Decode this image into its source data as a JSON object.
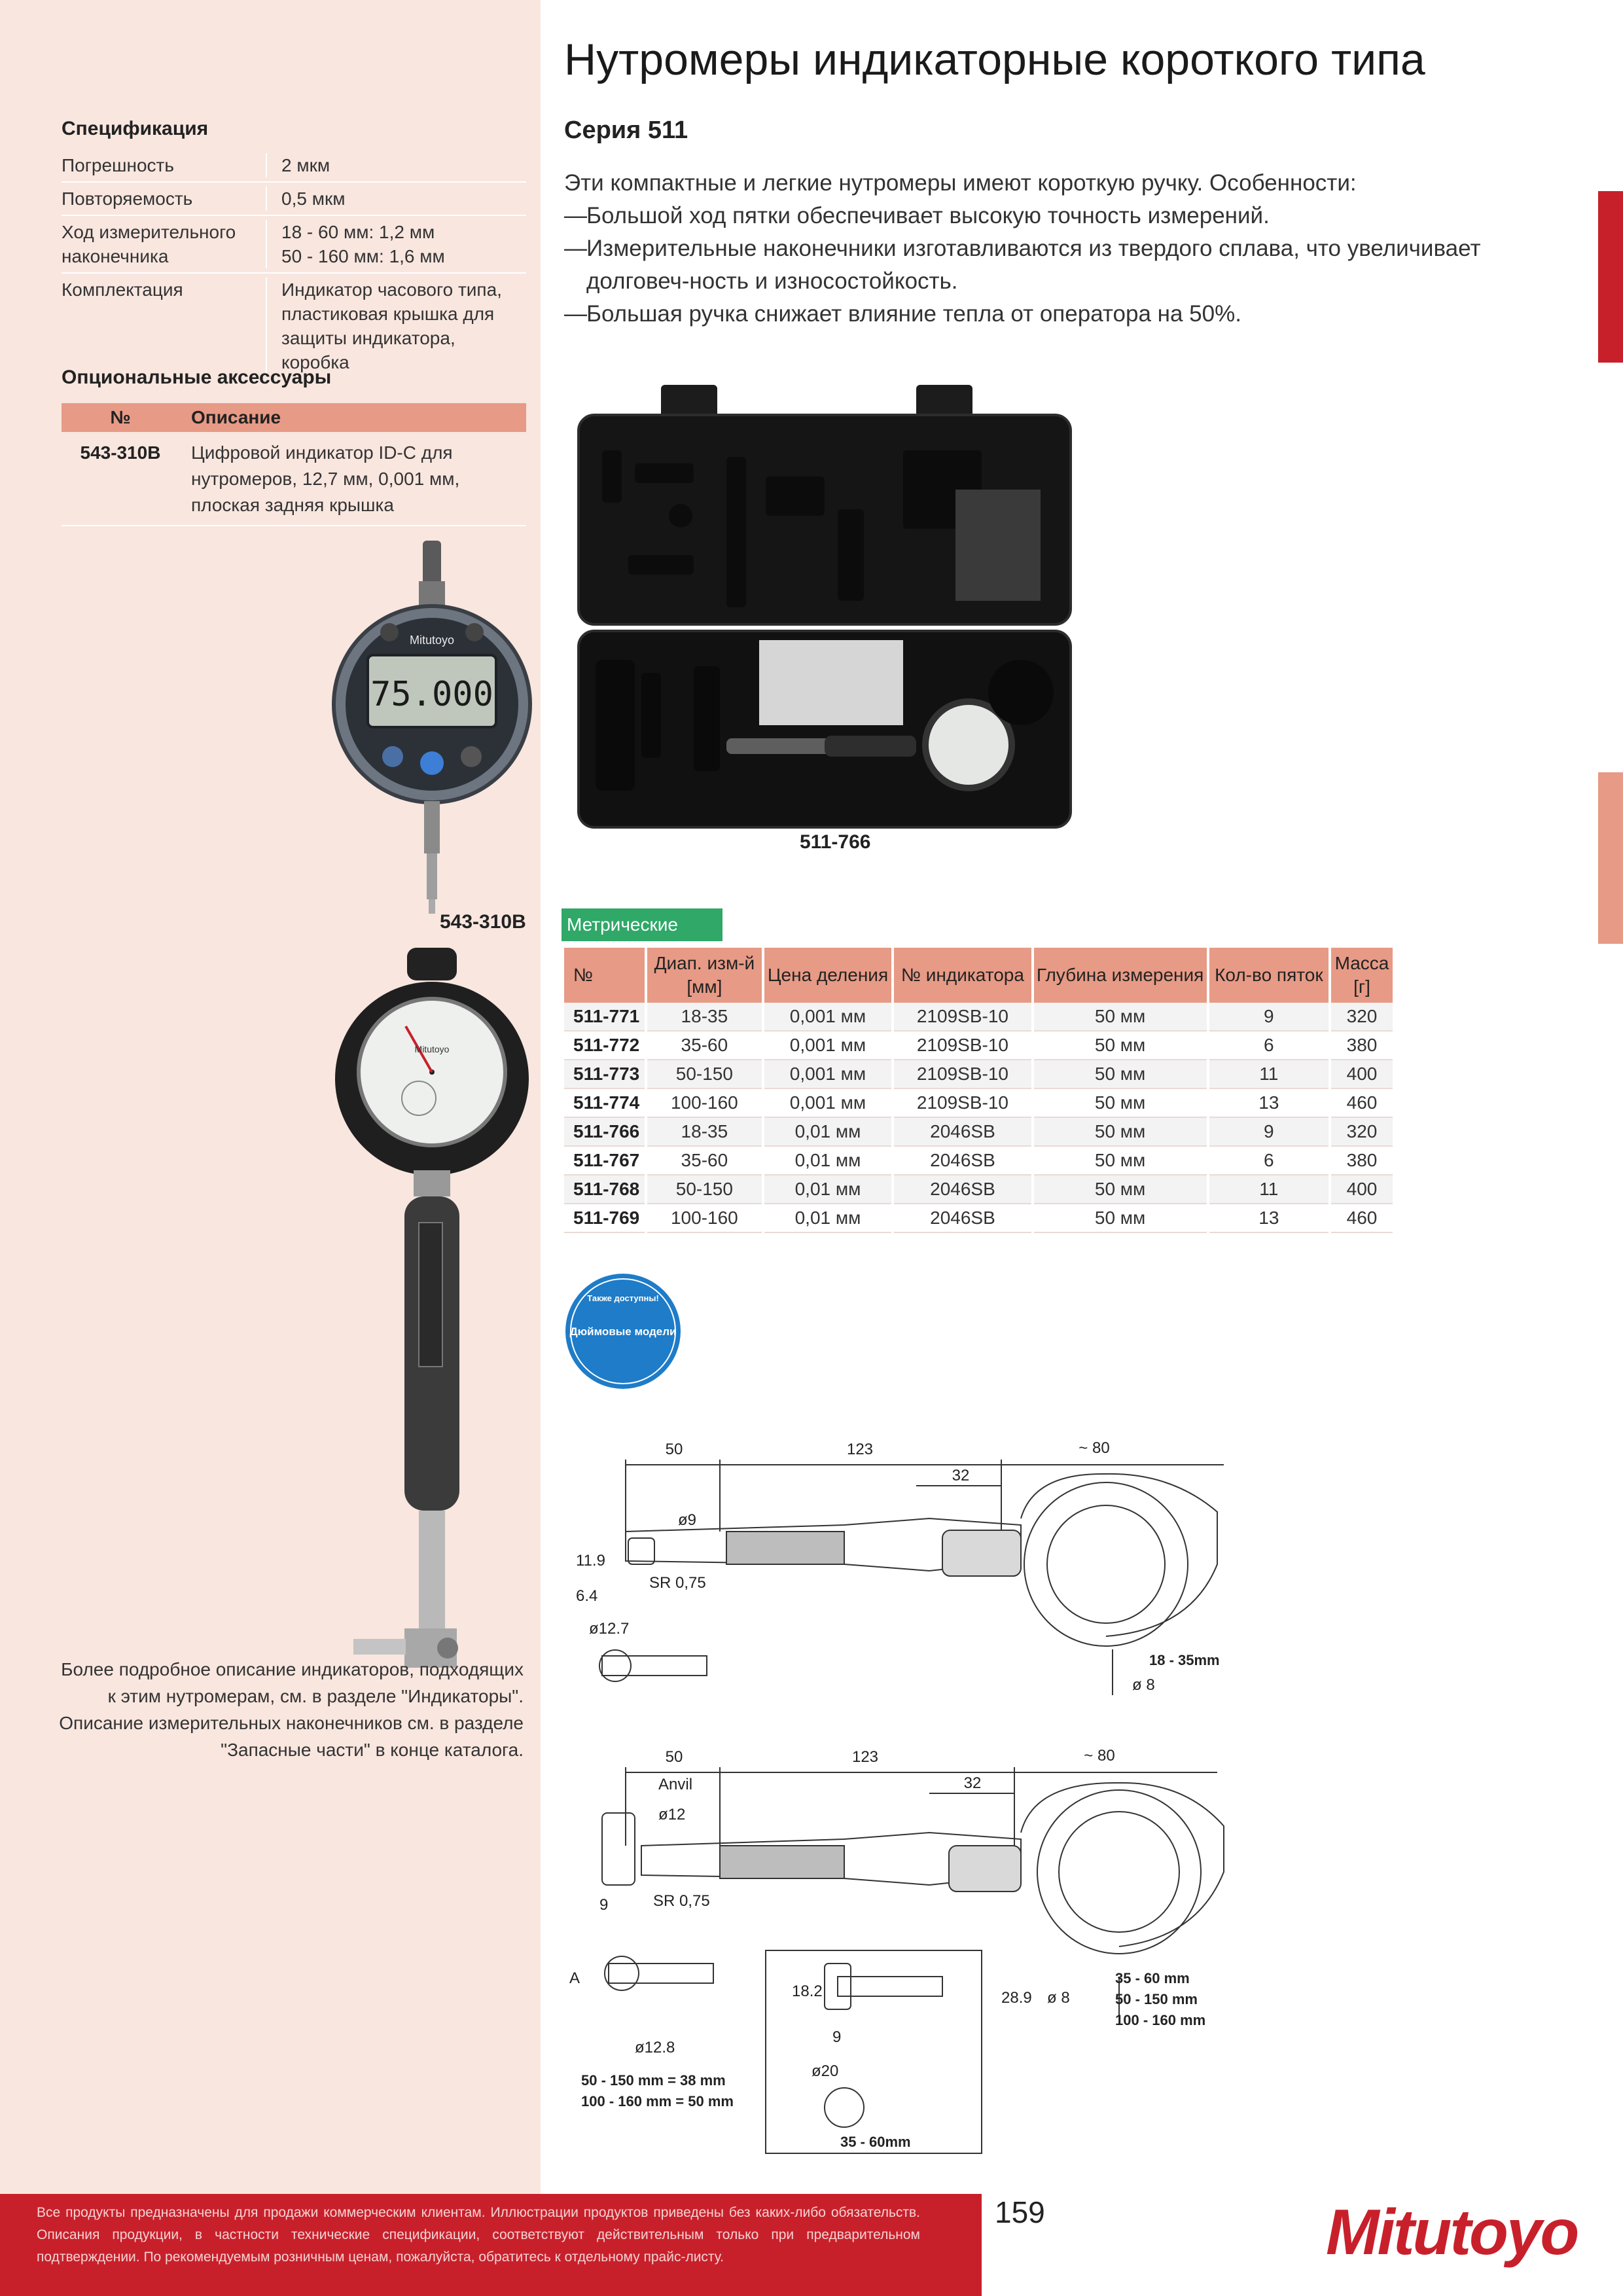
{
  "title": "Нутромеры индикаторные короткого типа",
  "series": "Серия 511",
  "intro": {
    "lead": "Эти компактные и легкие нутромеры имеют короткую ручку. Особенности:",
    "bullets": [
      "Большой ход пятки обеспечивает высокую точность измерений.",
      "Измерительные наконечники изготавливаются из твердого сплава, что увеличивает долговеч-ность и износостойкость.",
      "Большая ручка снижает влияние тепла от оператора на 50%."
    ]
  },
  "spec": {
    "heading": "Спецификация",
    "rows": [
      {
        "k": "Погрешность",
        "v": "2 мкм"
      },
      {
        "k": "Повторяемость",
        "v": "0,5 мкм"
      },
      {
        "k": "Ход измерительного наконечника",
        "v": "18 - 60 мм: 1,2 мм\n50 - 160 мм: 1,6 мм"
      },
      {
        "k": "Комплектация",
        "v": "Индикатор часового типа, пластиковая крышка для защиты индикатора, коробка"
      }
    ]
  },
  "accessories": {
    "heading": "Опциональные аксессуары",
    "col_no": "№",
    "col_desc": "Описание",
    "rows": [
      {
        "no": "543-310B",
        "desc": "Цифровой индикатор ID-C для нутромеров, 12,7 мм, 0,001 мм, плоская задняя крышка"
      }
    ]
  },
  "images": {
    "indicator_caption": "543-310B",
    "case_caption": "511-766",
    "indicator_display": "75.000",
    "indicator_brand": "Mitutoyo",
    "gauge_brand": "Mitutoyo"
  },
  "note": "Более подробное описание индикаторов, подходящих к этим нутромерам, см. в разделе \"Индикаторы\". Описание измерительных наконечников см. в разделе \"Запасные части\" в конце каталога.",
  "metric": {
    "tag": "Метрические",
    "headers": [
      "№",
      "Диап. изм-й [мм]",
      "Цена деления",
      "№ индикатора",
      "Глубина измерения",
      "Кол-во пяток",
      "Масса [г]"
    ],
    "rows": [
      [
        "511-771",
        "18-35",
        "0,001 мм",
        "2109SB-10",
        "50 мм",
        "9",
        "320"
      ],
      [
        "511-772",
        "35-60",
        "0,001 мм",
        "2109SB-10",
        "50 мм",
        "6",
        "380"
      ],
      [
        "511-773",
        "50-150",
        "0,001 мм",
        "2109SB-10",
        "50 мм",
        "11",
        "400"
      ],
      [
        "511-774",
        "100-160",
        "0,001 мм",
        "2109SB-10",
        "50 мм",
        "13",
        "460"
      ],
      [
        "511-766",
        "18-35",
        "0,01 мм",
        "2046SB",
        "50 мм",
        "9",
        "320"
      ],
      [
        "511-767",
        "35-60",
        "0,01 мм",
        "2046SB",
        "50 мм",
        "6",
        "380"
      ],
      [
        "511-768",
        "50-150",
        "0,01 мм",
        "2046SB",
        "50 мм",
        "11",
        "400"
      ],
      [
        "511-769",
        "100-160",
        "0,01 мм",
        "2046SB",
        "50 мм",
        "13",
        "460"
      ]
    ]
  },
  "badge": {
    "top": "Также доступны!",
    "main": "Дюймовые модели"
  },
  "drawing1": {
    "d50": "50",
    "d123": "123",
    "d32": "32",
    "d80": "~ 80",
    "phi9": "ø9",
    "h119": "11.9",
    "h64": "6.4",
    "sr": "SR 0,75",
    "phi127": "ø12.7",
    "phi8": "ø 8",
    "range": "18 - 35mm"
  },
  "drawing2": {
    "d50": "50",
    "d123": "123",
    "d32": "32",
    "d80": "~ 80",
    "anvil": "Anvil",
    "phi12": "ø12",
    "d9": "9",
    "sr": "SR 0,75",
    "a": "A",
    "phi128": "ø12.8",
    "note1": "50 - 150 mm = 38 mm",
    "note2": "100 - 160 mm = 50 mm",
    "d182": "18.2",
    "d9b": "9",
    "d289": "28.9",
    "phi20": "ø20",
    "phi8": "ø 8",
    "ranges": [
      "35 - 60 mm",
      "50 - 150 mm",
      "100 - 160 mm"
    ],
    "inset_caption": "35 - 60mm"
  },
  "footer": {
    "disclaimer": "Все продукты предназначены для продажи коммерческим клиентам. Иллюстрации продуктов приведены без каких-либо обязательств. Описания продукции, в частности технические спецификации, соответствуют действительным только при предварительном подтверждении. По рекомендуемым розничным ценам, пожалуйста, обратитесь к отдельному прайс-листу.",
    "page": "159",
    "logo": "Mitutoyo"
  },
  "colors": {
    "brand_red": "#c8202b",
    "salmon": "#e79a85",
    "panel": "#f8e6df",
    "green": "#2fa868",
    "badge_blue": "#1e7cc8"
  }
}
